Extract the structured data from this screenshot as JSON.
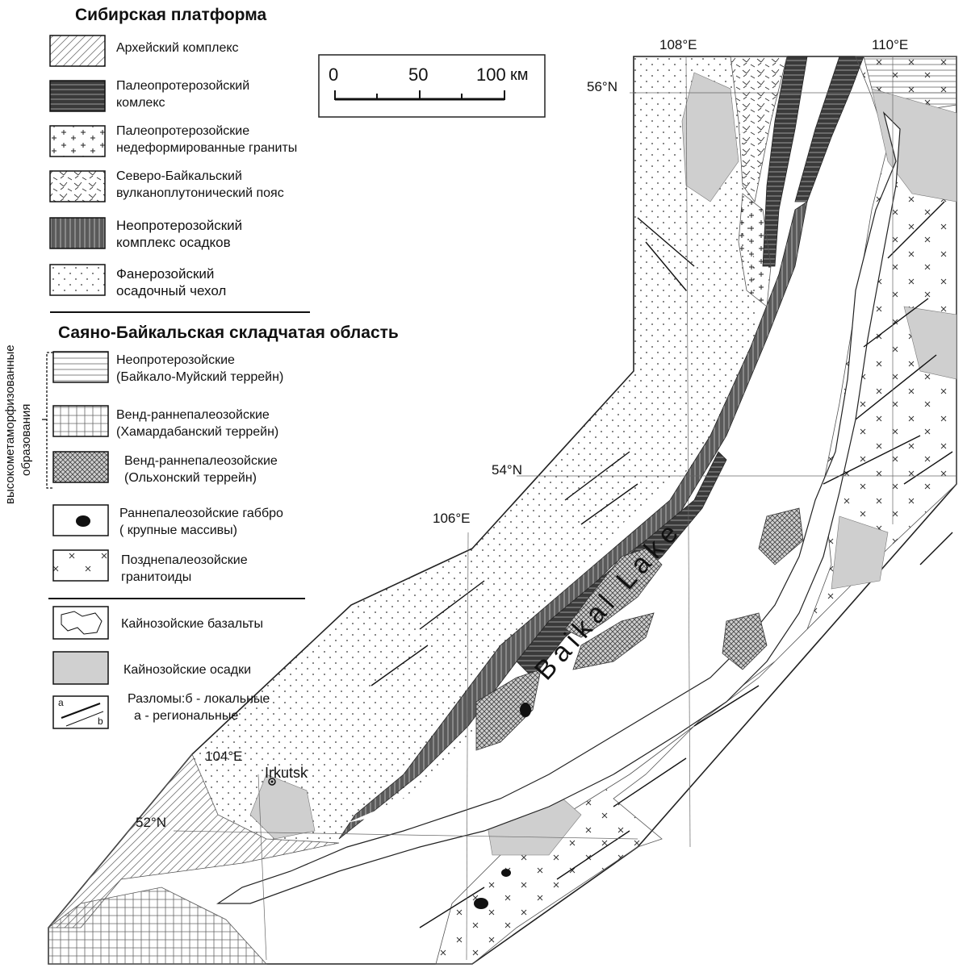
{
  "legend": {
    "section1_title": "Сибирская платформа",
    "section2_title": "Саяно-Байкальская складчатая область",
    "side_label": {
      "line1": "высокометаморфизованные",
      "line2": "образования"
    },
    "items": [
      {
        "line1": "Архейский комплекс",
        "line2": "",
        "pattern": "diag-hatch"
      },
      {
        "line1": "Палеопротерозойский",
        "line2": "комлекс",
        "pattern": "dark-horizontal"
      },
      {
        "line1": "Палеопротерозойские",
        "line2": "недеформированные граниты",
        "pattern": "plus"
      },
      {
        "line1": "Северо-Байкальский",
        "line2": "вулканоплутонический пояс",
        "pattern": "dashes"
      },
      {
        "line1": "Неопротерозойский",
        "line2": "комплекс осадков",
        "pattern": "dark-vertical"
      },
      {
        "line1": "Фанерозойский",
        "line2": "осадочный чехол",
        "pattern": "dots"
      },
      {
        "line1": "Неопротерозойские",
        "line2": "(Байкало-Муйский террейн)",
        "pattern": "horizontal"
      },
      {
        "line1": "Венд-раннепалеозойские",
        "line2": "(Хамардабанский террейн)",
        "pattern": "grid"
      },
      {
        "line1": "Венд-раннепалеозойские",
        "line2": "(Ольхонский террейн)",
        "pattern": "crosshatch"
      },
      {
        "line1": "Раннепалеозойские габбро",
        "line2": "( крупные массивы)",
        "pattern": "gabbro"
      },
      {
        "line1": "Позднепалеозойские",
        "line2": "гранитоиды",
        "pattern": "crosses"
      },
      {
        "line1": "Кайнозойские базальты",
        "line2": "",
        "pattern": "basalt"
      },
      {
        "line1": "Кайнозойские осадки",
        "line2": "",
        "pattern": "gray"
      },
      {
        "line1": "Разломы:б - локальные",
        "line2": "а - региональные",
        "pattern": "faults"
      }
    ],
    "fault_symbol": {
      "a": "a",
      "b": "b"
    }
  },
  "scale_bar": {
    "ticks": [
      "0",
      "50",
      "100"
    ],
    "unit": "км"
  },
  "coordinates": {
    "lon108": "108°E",
    "lon110": "110°E",
    "lon106": "106°E",
    "lon104": "104°E",
    "lat56": "56°N",
    "lat54": "54°N",
    "lat52": "52°N"
  },
  "places": {
    "city": "Irkutsk",
    "lake": "Baikal Lake"
  },
  "colors": {
    "ink": "#111111",
    "sediment_gray": "#d0d0d0",
    "dark_band": "#444444"
  }
}
